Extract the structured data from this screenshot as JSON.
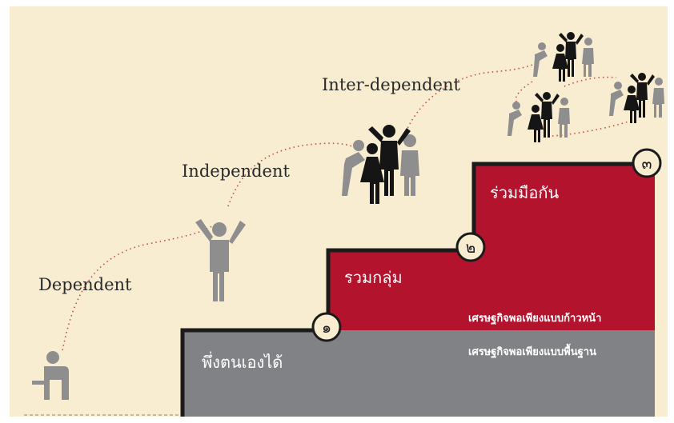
{
  "stages": [
    {
      "label": "Dependent"
    },
    {
      "label": "Independent"
    },
    {
      "label": "Inter-dependent"
    }
  ],
  "steps": [
    {
      "number": "๑",
      "label": "พึ่งตนเองได้"
    },
    {
      "number": "๒",
      "label": "รวมกลุ่ม"
    },
    {
      "number": "๓",
      "label": "ร่วมมือกัน"
    }
  ],
  "bands": {
    "advanced": "เศรษฐกิจพอเพียงแบบก้าวหน้า",
    "basic": "เศรษฐกิจพอเพียงแบบพื้นฐาน"
  },
  "colors": {
    "background": "#f8edd0",
    "step_red": "#b3132c",
    "step_gray": "#818285",
    "outline": "#1b1b1b",
    "figure": "#8e8e8e",
    "figure_dark": "#151515",
    "path_dots": "#c64848"
  },
  "icons": [
    "seated-person-icon",
    "arms-raised-person-icon",
    "group-of-people-icon"
  ]
}
